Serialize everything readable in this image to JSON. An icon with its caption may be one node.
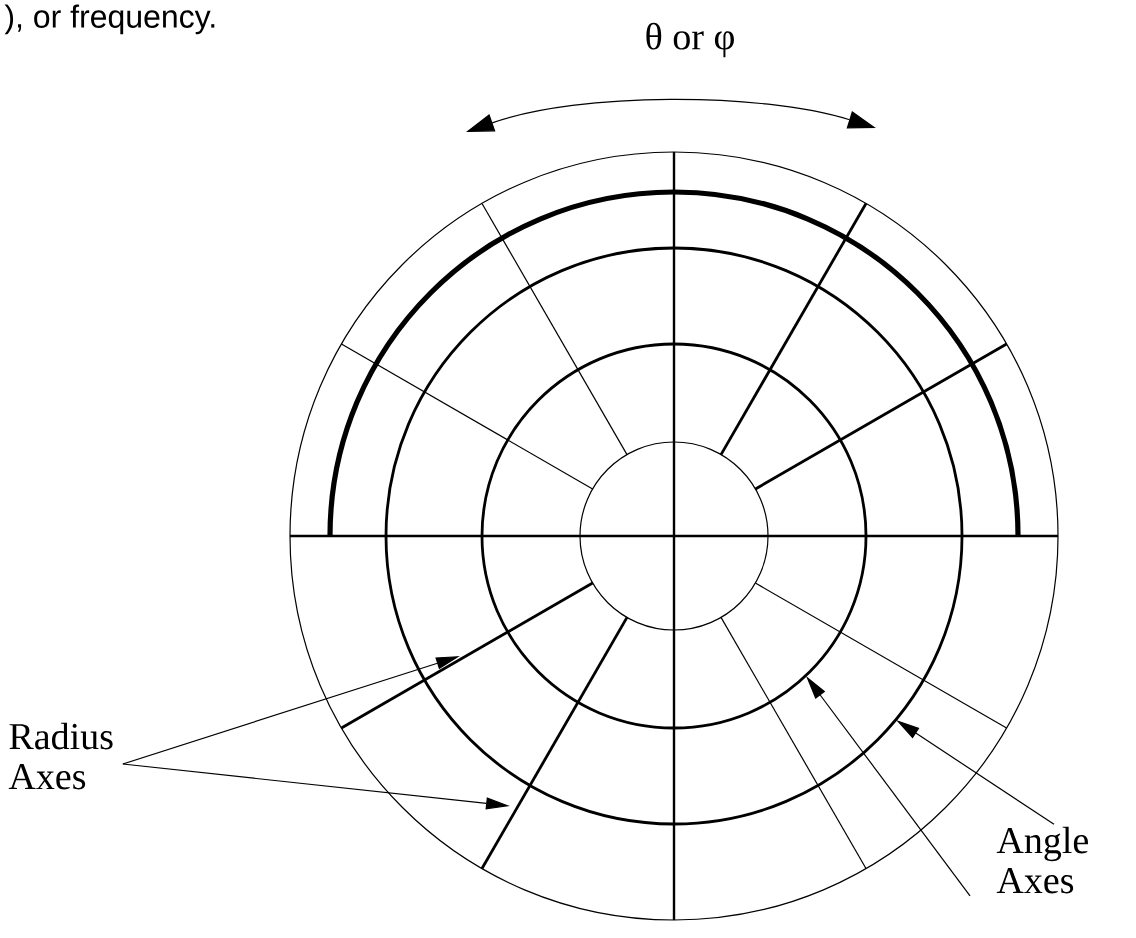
{
  "diagram": {
    "nodes": [
      {
        "text": [
          "Radius Axes"
        ]
      },
      {
        "text": [
          "Angle Axes"
        ]
      }
    ],
    "edges": [
      {
        "from": 0,
        "to": null,
        "arrow": "to"
      },
      {
        "from": 0,
        "to": null,
        "arrow": "to"
      },
      {
        "from": 1,
        "to": null,
        "arrow": "to"
      },
      {
        "from": 1,
        "to": null,
        "arrow": "to"
      }
    ],
    "labels": [
      "), or frequency.",
      "θ or φ"
    ]
  }
}
